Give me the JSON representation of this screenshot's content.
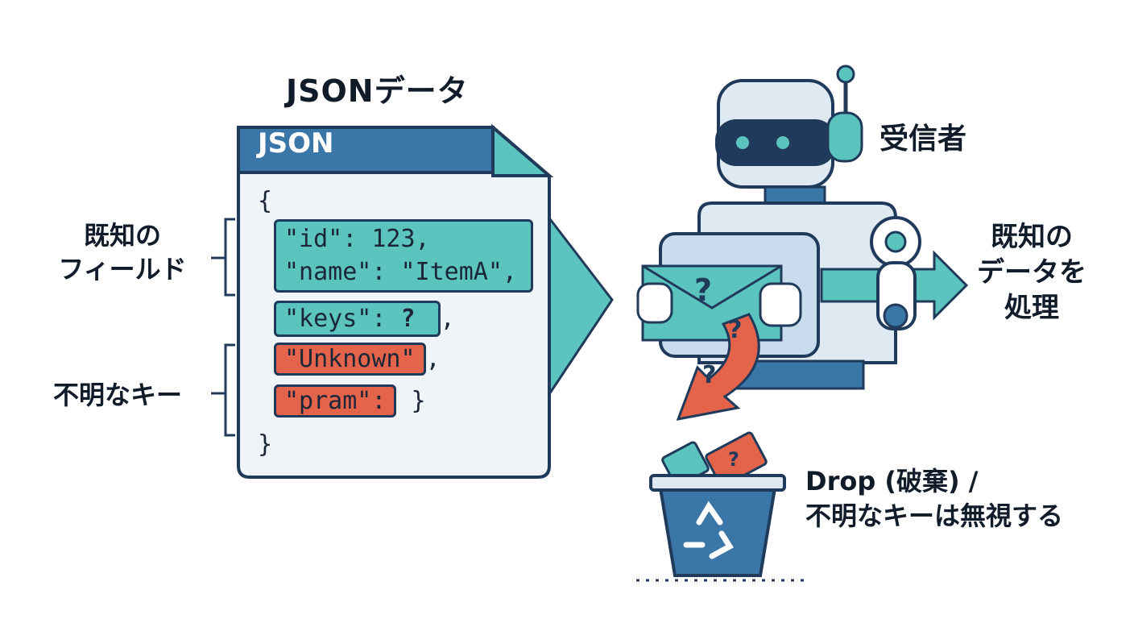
{
  "title": "JSONデータ",
  "document": {
    "header": "JSON",
    "open_brace": "{",
    "close_brace": "}",
    "known_lines": [
      "\"id\": 123,",
      "\"name\": \"ItemA\","
    ],
    "keys_field": "\"keys\":",
    "keys_value": "?",
    "keys_suffix": ",",
    "unknown_key_1": "\"Unknown\"",
    "unknown_key_1_suffix": ",",
    "unknown_key_2": "\"pram\":",
    "unknown_key_2_suffix": "}"
  },
  "labels": {
    "known_fields": [
      "既知の",
      "フィールド"
    ],
    "unknown_keys": "不明なキー",
    "receiver": "受信者",
    "process": [
      "既知の",
      "データを",
      "処理"
    ],
    "drop": [
      "Drop (破棄) /",
      "不明なキーは無視する"
    ]
  },
  "envelope_mark": "?",
  "arrow_marks": [
    "?",
    "?"
  ],
  "trash_card_mark": "?",
  "colors": {
    "navy": "#1f3a5a",
    "blue": "#3b76a8",
    "teal": "#5cc4be",
    "red": "#e4634b",
    "paper": "#eef4f8"
  }
}
